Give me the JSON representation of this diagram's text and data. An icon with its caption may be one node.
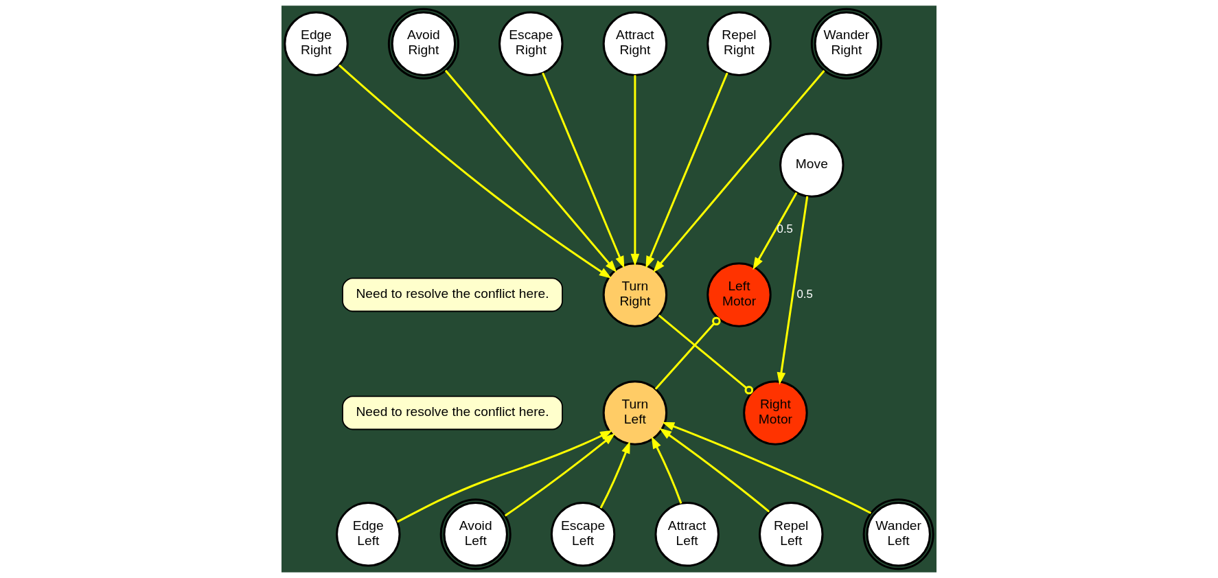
{
  "diagram": {
    "nodes": [
      {
        "text": [
          "Edge Right"
        ]
      },
      {
        "text": [
          "Avoid Right"
        ]
      },
      {
        "text": [
          "Escape Right"
        ]
      },
      {
        "text": [
          "Attract Right"
        ]
      },
      {
        "text": [
          "Repel Right"
        ]
      },
      {
        "text": [
          "Wander Right"
        ]
      },
      {
        "text": [
          "Move"
        ]
      },
      {
        "text": [
          "Need to resolve the conflict here."
        ]
      },
      {
        "text": [
          "Turn Right"
        ]
      },
      {
        "text": [
          "Left Motor"
        ]
      },
      {
        "text": [
          "Turn Left"
        ]
      },
      {
        "text": [
          "Right Motor"
        ]
      },
      {
        "text": [
          "Need to resolve the conflict here."
        ]
      },
      {
        "text": [
          "Edge Left"
        ]
      },
      {
        "text": [
          "Avoid Left"
        ]
      },
      {
        "text": [
          "Escape Left"
        ]
      },
      {
        "text": [
          "Attract Left"
        ]
      },
      {
        "text": [
          "Repel Left"
        ]
      },
      {
        "text": [
          "Wander Left"
        ]
      }
    ],
    "edges": [
      {
        "from": 0,
        "to": 8,
        "arrow": "to"
      },
      {
        "from": 1,
        "to": 8,
        "arrow": "to"
      },
      {
        "from": 2,
        "to": 8,
        "arrow": "to"
      },
      {
        "from": 3,
        "to": 8,
        "arrow": "to"
      },
      {
        "from": 4,
        "to": 8,
        "arrow": "to"
      },
      {
        "from": 5,
        "to": 8,
        "arrow": "to"
      },
      {
        "from": 6,
        "to": 9,
        "label": "0.5",
        "arrow": "to"
      },
      {
        "from": 6,
        "to": 11,
        "label": "0.5",
        "arrow": "to"
      },
      {
        "from": 8,
        "to": 11,
        "arrow": "other"
      },
      {
        "from": 10,
        "to": 9,
        "arrow": "other"
      },
      {
        "from": 13,
        "to": 10,
        "arrow": "to"
      },
      {
        "from": 14,
        "to": 10,
        "arrow": "to"
      },
      {
        "from": 15,
        "to": 10,
        "arrow": "to"
      },
      {
        "from": 16,
        "to": 10,
        "arrow": "to"
      },
      {
        "from": 17,
        "to": 10,
        "arrow": "to"
      },
      {
        "from": 18,
        "to": 10,
        "arrow": "to"
      }
    ]
  }
}
